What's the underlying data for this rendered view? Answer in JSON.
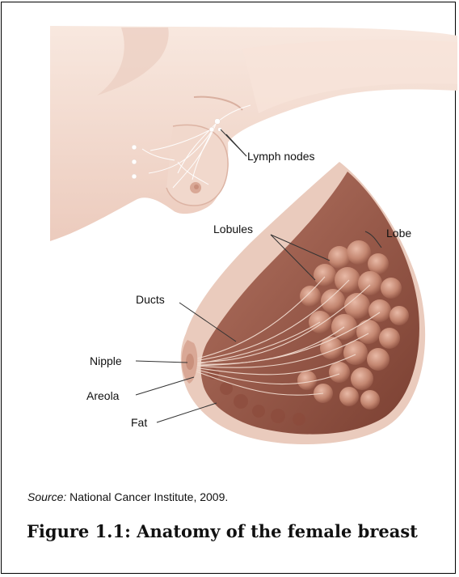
{
  "labels": {
    "lymph_nodes": "Lymph nodes",
    "lobules": "Lobules",
    "lobe": "Lobe",
    "ducts": "Ducts",
    "nipple": "Nipple",
    "areola": "Areola",
    "fat": "Fat"
  },
  "source": {
    "prefix": "Source:",
    "text": " National Cancer Institute, 2009."
  },
  "caption": "Figure 1.1: Anatomy of the female breast",
  "colors": {
    "skin": "#f3ddd2",
    "skin_shadow": "#e6c2b2",
    "tissue": "#9a5a4a",
    "lobule": "#c98f7a",
    "frame": "#000000"
  }
}
